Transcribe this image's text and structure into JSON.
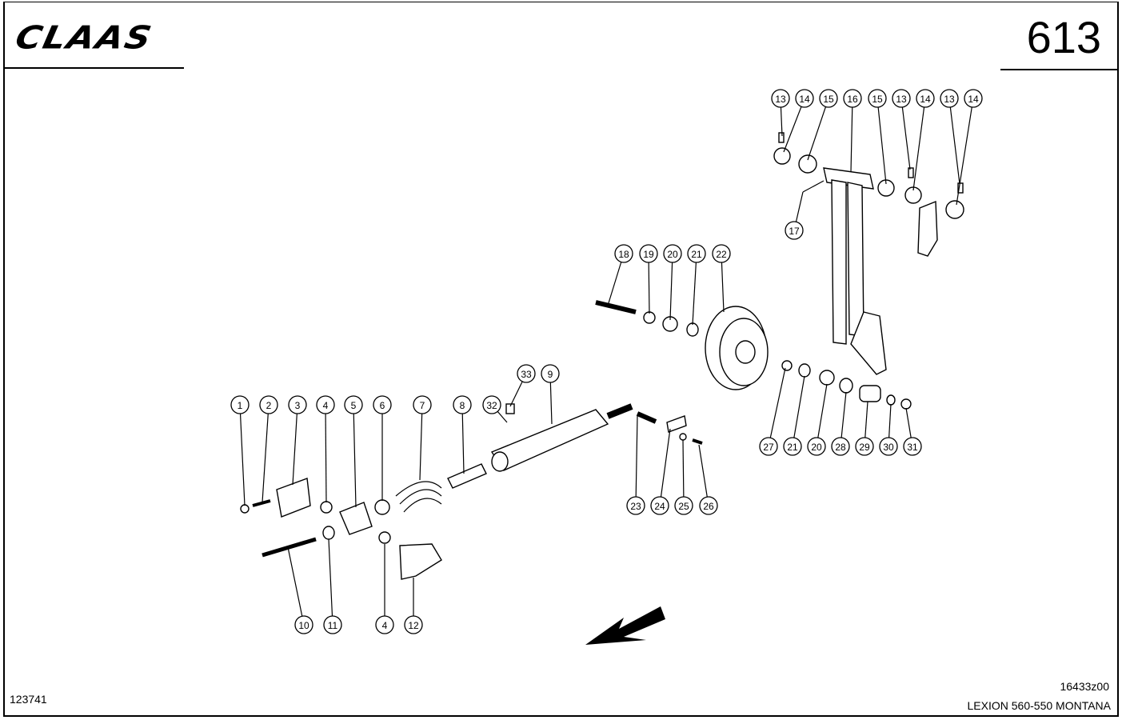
{
  "header": {
    "brand": "CLAAS",
    "page_number": "613"
  },
  "footer": {
    "image_number": "123741",
    "drawing_code": "16433z00",
    "model": "LEXION 560-550 MONTANA"
  },
  "callouts": [
    "13",
    "14",
    "15",
    "16",
    "15",
    "13",
    "14",
    "13",
    "14",
    "17",
    "18",
    "19",
    "20",
    "21",
    "22",
    "33",
    "9",
    "1",
    "2",
    "3",
    "4",
    "5",
    "6",
    "7",
    "8",
    "32",
    "27",
    "21",
    "20",
    "28",
    "29",
    "30",
    "31",
    "23",
    "24",
    "25",
    "26",
    "10",
    "11",
    "4",
    "12"
  ]
}
